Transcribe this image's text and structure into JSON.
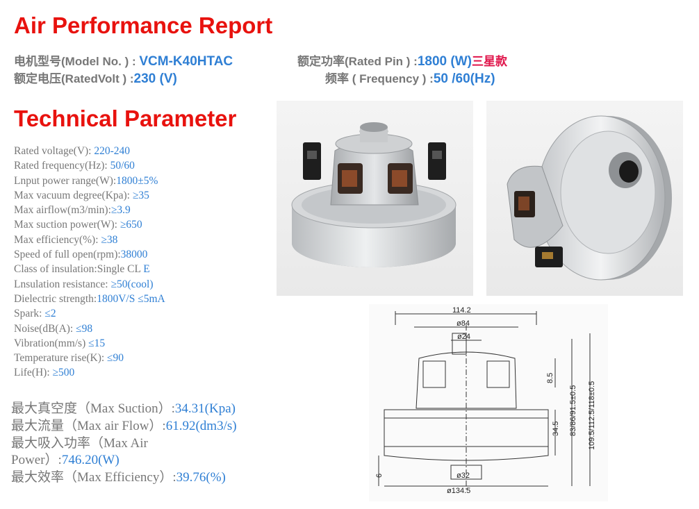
{
  "header": {
    "title": "Air Performance Report",
    "model_label": "电机型号(Model No. ) : ",
    "model_value": "VCM-K40HTAC",
    "rated_pin_label": "额定功率(Rated Pin ) :",
    "rated_pin_value": "1800 (W)",
    "rated_pin_note": "三星款",
    "rated_volt_label": "额定电压(RatedVolt ) :",
    "rated_volt_value": "230 (V)",
    "frequency_label": "频率 ( Frequency ) :",
    "frequency_value": "50 /60(Hz)"
  },
  "technical": {
    "title": "Technical Parameter",
    "params": [
      {
        "label": "Rated voltage(V):  ",
        "value": "220-240"
      },
      {
        "label": "Rated frequency(Hz): ",
        "value": "50/60"
      },
      {
        "label": "Lnput power range(W):",
        "value": "1800±5%"
      },
      {
        "label": "Max vacuum degree(Kpa): ",
        "value": "≥35"
      },
      {
        "label": "Max airflow(m3/min):",
        "value": "≥3.9"
      },
      {
        "label": "Max suction power(W): ",
        "value": "≥650"
      },
      {
        "label": "Max efficiency(%): ",
        "value": "≥38"
      },
      {
        "label": "Speed of full open(rpm):",
        "value": "38000"
      },
      {
        "label": "Class of insulation:Single CL ",
        "value": "E"
      },
      {
        "label": "Lnsulation resistance: ",
        "value": "≥50(cool)"
      },
      {
        "label": "Dielectric strength:",
        "value": "1800V/S ≤5mA"
      },
      {
        "label": "Spark: ",
        "value": "≤2"
      },
      {
        "label": "Noise(dB(A): ",
        "value": "≤98"
      },
      {
        "label": "Vibration(mm/s) ",
        "value": "≤15"
      },
      {
        "label": "Temperature rise(K): ",
        "value": "≤90"
      },
      {
        "label": "Life(H): ",
        "value": "≥500"
      }
    ]
  },
  "results": {
    "max_suction_label": "最大真空度（Max Suction）:",
    "max_suction_value": "34.31(Kpa)",
    "max_flow_label": "最大流量（Max air Flow）:",
    "max_flow_value": "61.92(dm3/s)",
    "max_power_label_1": "最大吸入功率（Max Air",
    "max_power_label_2": "Power）:",
    "max_power_value": "746.20(W)",
    "max_eff_label": "最大效率（Max Efficiency）:",
    "max_eff_value": "39.76(%)"
  },
  "drawing": {
    "dim_overall_width": "114.2",
    "dim_d84": "ø84",
    "dim_d24": "ø24",
    "dim_d32": "ø32",
    "dim_d134_5": "ø134.5",
    "dim_8_5": "8.5",
    "dim_34_5": "34.5",
    "dim_6": "6",
    "dim_83_86": "83/86/91.5±0.5",
    "dim_109_5": "109.5/112.5/118±0.5"
  }
}
